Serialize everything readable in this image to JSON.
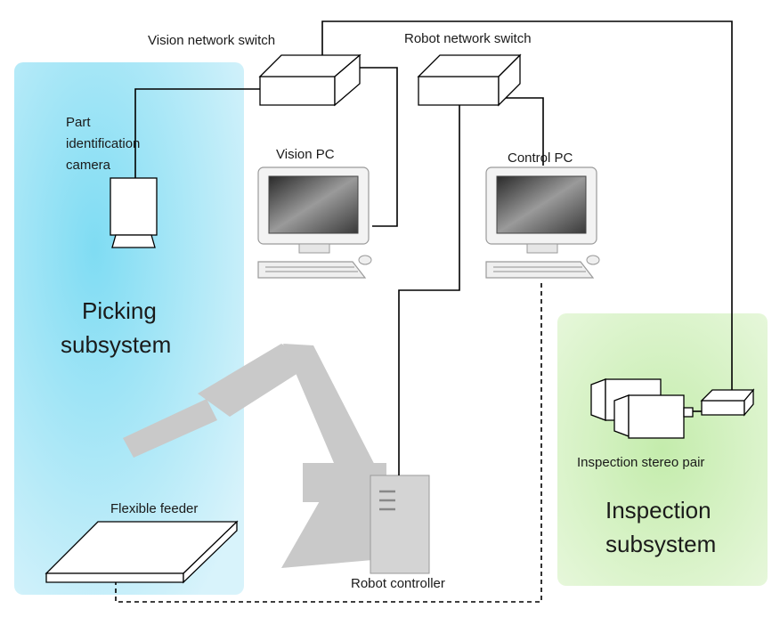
{
  "labels": {
    "vision_switch": "Vision network switch",
    "robot_switch": "Robot network switch",
    "part_camera": [
      "Part",
      "identification",
      "camera"
    ],
    "vision_pc": "Vision PC",
    "control_pc": "Control PC",
    "picking": [
      "Picking",
      "subsystem"
    ],
    "inspection_pair": "Inspection stereo pair",
    "inspection": [
      "Inspection",
      "subsystem"
    ],
    "feeder": "Flexible feeder",
    "robot_controller": "Robot controller"
  },
  "colors": {
    "picking_zone": "#b6eaf6",
    "inspection_zone": "#d6f0c4",
    "robot_arm": "#c9c9c9",
    "screen": "#6a6a6a",
    "line": "#000000"
  }
}
